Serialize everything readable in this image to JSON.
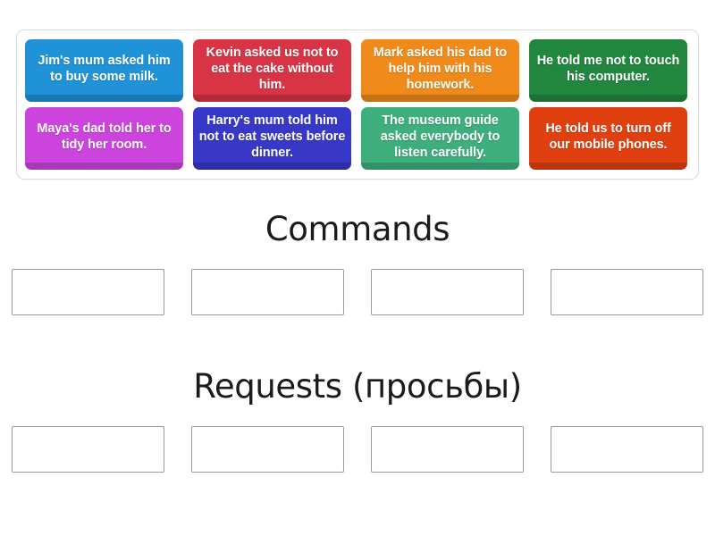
{
  "tray": {
    "name": "word-tile-tray",
    "tiles": [
      {
        "text": "Jim's mum asked him to buy some milk.",
        "color": "#2092d8"
      },
      {
        "text": "Kevin asked us not to eat the cake without him.",
        "color": "#d93445"
      },
      {
        "text": "Mark asked his dad to help him with his homework.",
        "color": "#f08a1a"
      },
      {
        "text": "He told me not to touch his computer.",
        "color": "#22873e"
      },
      {
        "text": "Maya's dad told her to tidy her room.",
        "color": "#cc44dd"
      },
      {
        "text": "Harry's mum told him not to eat sweets before dinner.",
        "color": "#3838c8"
      },
      {
        "text": "The museum guide asked everybody to listen carefully.",
        "color": "#3eae7c"
      },
      {
        "text": "He told us to turn off our mobile phones.",
        "color": "#e04010"
      }
    ]
  },
  "categories": [
    {
      "title": "Commands",
      "slots": [
        "",
        "",
        "",
        ""
      ]
    },
    {
      "title": "Requests (просьбы)",
      "slots": [
        "",
        "",
        "",
        ""
      ]
    }
  ],
  "colors": {
    "page_background": "#ffffff",
    "tray_border": "#d8d8d8",
    "slot_border": "#9a9a9a",
    "title_text": "#1b1b1b",
    "tile_text": "#ffffff"
  }
}
